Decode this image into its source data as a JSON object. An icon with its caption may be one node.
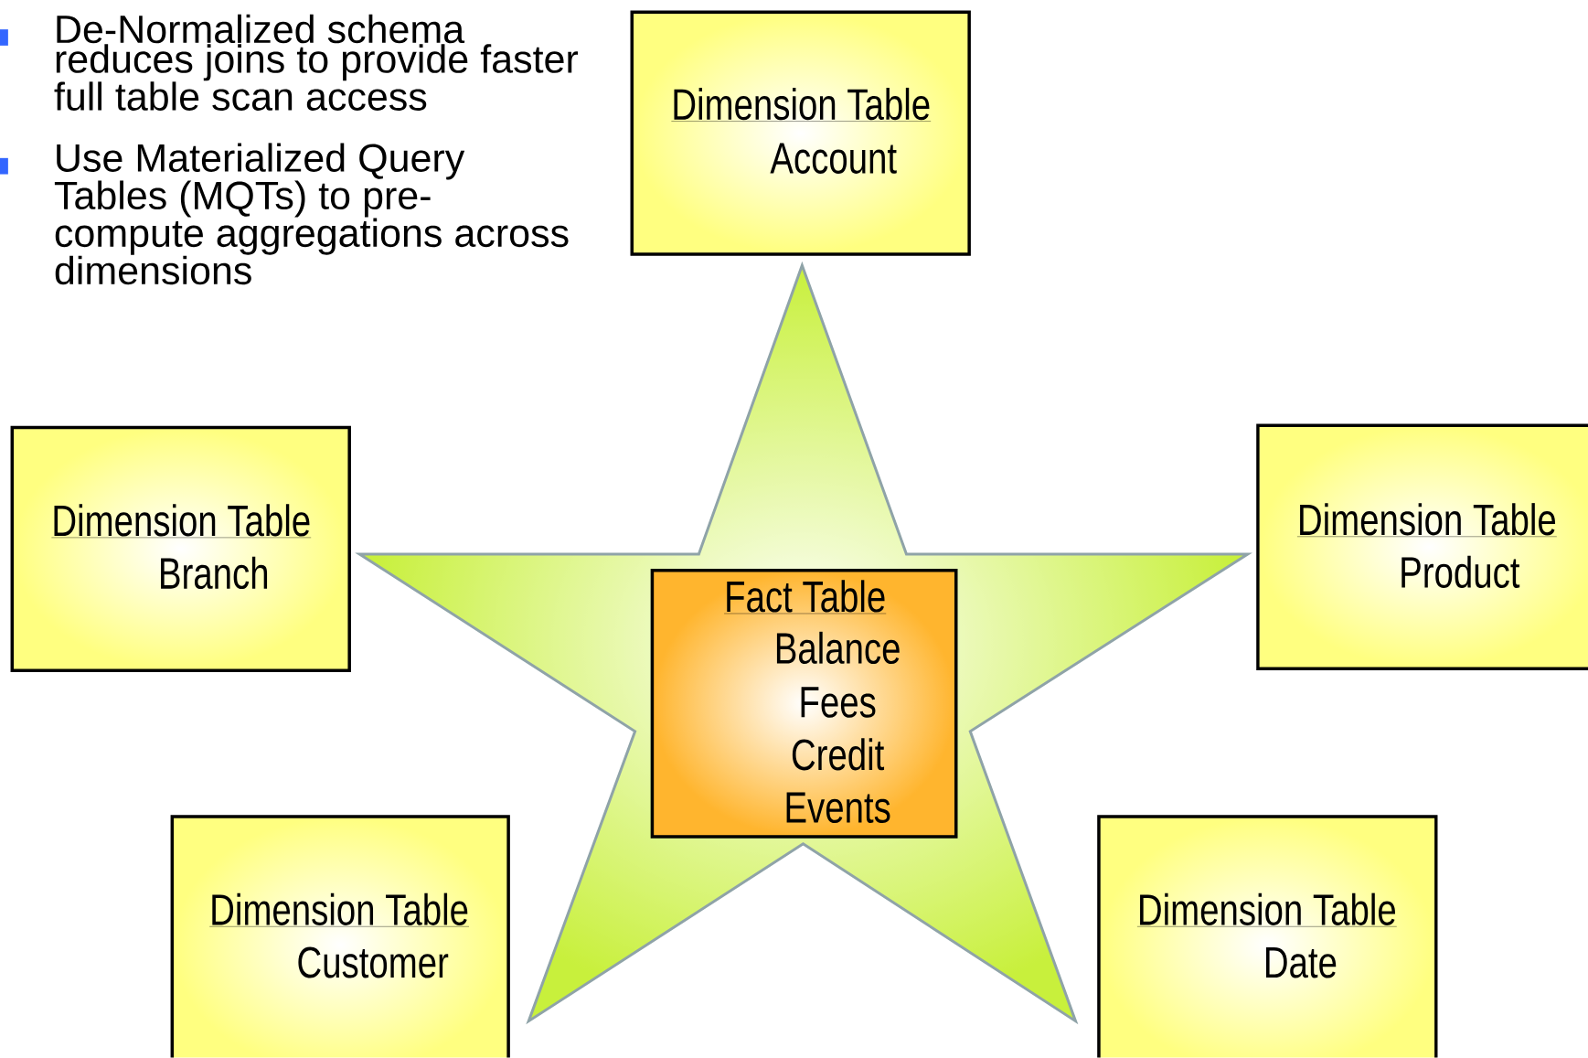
{
  "diagram": {
    "nodes": [
      {
        "text": [
          "Dimension Table",
          "Account"
        ]
      },
      {
        "text": [
          "Dimension Table",
          "Branch"
        ]
      },
      {
        "text": [
          "Dimension Table",
          "Product"
        ]
      },
      {
        "text": [],
        "shape": "star"
      },
      {
        "text": [
          "Fact Table",
          "Balance",
          "Fees",
          "Credit",
          "Events"
        ],
        "in": 3
      },
      {
        "text": [
          "Dimension Table",
          "Customer"
        ]
      },
      {
        "text": [
          "Dimension Table",
          "Date"
        ]
      }
    ],
    "edges": [],
    "labels": [
      "De-Normalized schema reduces joins to provide faster full table scan access",
      "Use Materialized Query Tables (MQTs) to pre-compute aggregations across dimensions"
    ]
  }
}
